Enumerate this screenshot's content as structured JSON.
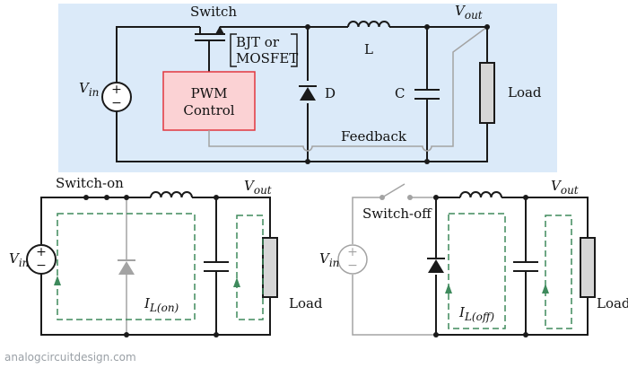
{
  "top": {
    "switch": "Switch",
    "device_line1": "BJT or",
    "device_line2": "MOSFET",
    "pwm_line1": "PWM",
    "pwm_line2": "Control",
    "inductor": "L",
    "diode": "D",
    "capacitor": "C",
    "load": "Load",
    "vin_main": "V",
    "vin_sub": "in",
    "vout_main": "V",
    "vout_sub": "out",
    "feedback": "Feedback"
  },
  "bottom_left": {
    "title": "Switch-on",
    "vin_main": "V",
    "vin_sub": "in",
    "vout_main": "V",
    "vout_sub": "out",
    "current_main": "I",
    "current_sub": "L(on)",
    "load": "Load"
  },
  "bottom_right": {
    "title": "Switch-off",
    "vin_main": "V",
    "vin_sub": "in",
    "vout_main": "V",
    "vout_sub": "out",
    "current_main": "I",
    "current_sub": "L(off)",
    "load": "Load"
  },
  "watermark": "analogcircuitdesign.com",
  "colors": {
    "panel": "#dbeaf9",
    "pwm_fill": "#fbd2d4",
    "pwm_border": "#e2363e",
    "loop": "#3e8a5c",
    "wire": "#1a1a1a",
    "gray": "#a3a3a3"
  }
}
